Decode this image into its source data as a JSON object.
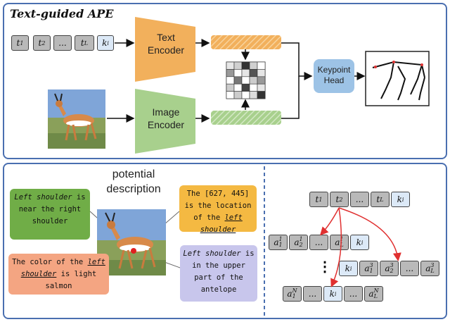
{
  "top": {
    "title": "Text-guided APE",
    "text_tokens": [
      "t",
      "t",
      "...",
      "t",
      "k"
    ],
    "text_encoder": "Text\nEncoder",
    "image_encoder": "Image\nEncoder",
    "keypoint_head": "Keypoint\nHead"
  },
  "bottom": {
    "potential_description": "potential\ndescription",
    "bubbles": {
      "green": {
        "pre": "Left shoulder",
        "rest": " is near the right shoulder"
      },
      "orange": {
        "pre": "The [627, 445] is the location of the ",
        "key": "left shoulder"
      },
      "salmon": {
        "pre": "The color of the ",
        "key": "left shoulder",
        "rest": " is light salmon"
      },
      "purple": {
        "pre": "Left shoulder",
        "rest": " is in the upper part of the antelope"
      }
    },
    "vertical_dots": "⋮",
    "row1": [
      "t1",
      "t2",
      "...",
      "tL",
      "ki"
    ],
    "row2": [
      "a11",
      "a21",
      "...",
      "aL1",
      "ki"
    ],
    "row3": [
      "ki",
      "a13",
      "a23",
      "...",
      "aL3"
    ],
    "row4": [
      "a1N",
      "...",
      "ki",
      "...",
      "aLN"
    ]
  },
  "colors": {
    "panel_border": "#4a6fb0",
    "text_encoder": "#f2b05c",
    "image_encoder": "#a8d08d",
    "keypoint_head": "#9dc3e6",
    "red_arrow": "#e03030"
  }
}
